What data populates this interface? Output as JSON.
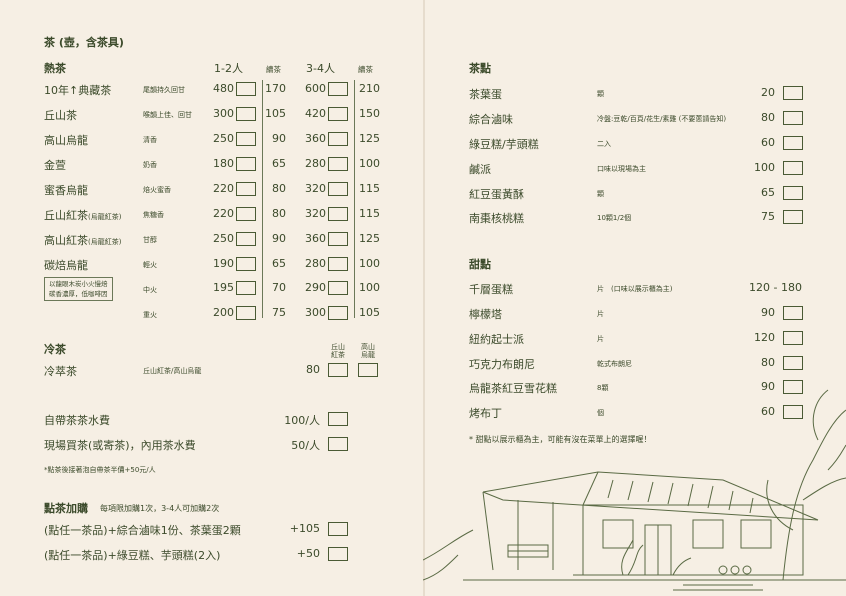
{
  "left": {
    "section_title": "茶 (壺，含茶具)",
    "hot_tea": {
      "heading": "熱茶",
      "col_12": "1-2人",
      "col_refill1": "續茶",
      "col_34": "3-4人",
      "col_refill2": "續茶",
      "items": [
        {
          "name": "10年↑典藏茶",
          "sub": "",
          "note": "尾韻持久回甘",
          "p12": "480",
          "r12": "170",
          "p34": "600",
          "r34": "210"
        },
        {
          "name": "丘山茶",
          "sub": "",
          "note": "喉韻上佳、回甘",
          "p12": "300",
          "r12": "105",
          "p34": "420",
          "r34": "150"
        },
        {
          "name": "高山烏龍",
          "sub": "",
          "note": "清香",
          "p12": "250",
          "r12": "90",
          "p34": "360",
          "r34": "125"
        },
        {
          "name": "金萱",
          "sub": "",
          "note": "奶香",
          "p12": "180",
          "r12": "65",
          "p34": "280",
          "r34": "100"
        },
        {
          "name": "蜜香烏龍",
          "sub": "",
          "note": "焙火蜜香",
          "p12": "220",
          "r12": "80",
          "p34": "320",
          "r34": "115"
        },
        {
          "name": "丘山紅茶",
          "sub": "(烏龍紅茶)",
          "note": "焦糖香",
          "p12": "220",
          "r12": "80",
          "p34": "320",
          "r34": "115"
        },
        {
          "name": "高山紅茶",
          "sub": "(烏龍紅茶)",
          "note": "甘醇",
          "p12": "250",
          "r12": "90",
          "p34": "360",
          "r34": "125"
        },
        {
          "name": "碳焙烏龍",
          "sub": "",
          "note": "輕火",
          "p12": "190",
          "r12": "65",
          "p34": "280",
          "r34": "100"
        },
        {
          "name": "",
          "sub": "",
          "note": "中火",
          "p12": "195",
          "r12": "70",
          "p34": "290",
          "r34": "100"
        },
        {
          "name": "",
          "sub": "",
          "note": "重火",
          "p12": "200",
          "r12": "75",
          "p34": "300",
          "r34": "105"
        }
      ],
      "charcoal_note_1": "以龍眼木炭小火慢焙",
      "charcoal_note_2": "碳香濃厚，低咖啡因"
    },
    "cold_tea": {
      "heading": "冷茶",
      "col_a_1": "丘山",
      "col_a_2": "紅茶",
      "col_b_1": "高山",
      "col_b_2": "烏龍",
      "item_name": "冷萃茶",
      "item_note": "丘山紅茶/高山烏龍",
      "item_price": "80"
    },
    "fees": [
      {
        "label": "自帶茶茶水費",
        "price": "100/人"
      },
      {
        "label": "現場買茶(或寄茶)，內用茶水費",
        "price": "50/人"
      }
    ],
    "fee_note": "*點茶後接著泡自帶茶半價+50元/人",
    "addon": {
      "heading": "點茶加購",
      "rule": "每項限加購1次，3-4人可加購2次",
      "items": [
        {
          "label": "(點任一茶品)+綜合滷味1份、茶葉蛋2顆",
          "price": "+105"
        },
        {
          "label": "(點任一茶品)+綠豆糕、芋頭糕(2入)",
          "price": "+50"
        }
      ]
    }
  },
  "right": {
    "snacks": {
      "heading": "茶點",
      "items": [
        {
          "name": "茶葉蛋",
          "note": "顆",
          "price": "20"
        },
        {
          "name": "綜合滷味",
          "note": "冷盤:豆乾/百頁/花生/素雞 (不要蔥請告知)",
          "price": "80"
        },
        {
          "name": "綠豆糕/芋頭糕",
          "note": "二入",
          "price": "60"
        },
        {
          "name": "鹹派",
          "note": "口味以現場為主",
          "price": "100"
        },
        {
          "name": "紅豆蛋黃酥",
          "note": "顆",
          "price": "65"
        },
        {
          "name": "南棗核桃糕",
          "note": "10顆1/2個",
          "price": "75"
        }
      ]
    },
    "desserts": {
      "heading": "甜點",
      "items": [
        {
          "name": "千層蛋糕",
          "note": "片　(口味以展示櫃為主)",
          "price": "120 - 180"
        },
        {
          "name": "檸檬塔",
          "note": "片",
          "price": "90"
        },
        {
          "name": "紐約起士派",
          "note": "片",
          "price": "120"
        },
        {
          "name": "巧克力布朗尼",
          "note": "乾式布朗尼",
          "price": "80"
        },
        {
          "name": "烏龍茶紅豆雪花糕",
          "note": "8顆",
          "price": "90"
        },
        {
          "name": "烤布丁",
          "note": "個",
          "price": "60"
        }
      ],
      "footnote": "* 甜點以展示櫃為主，可能有沒在菜單上的選擇喔！"
    }
  },
  "colors": {
    "ink": "#3b4a2a",
    "paper": "#f6efe4"
  }
}
